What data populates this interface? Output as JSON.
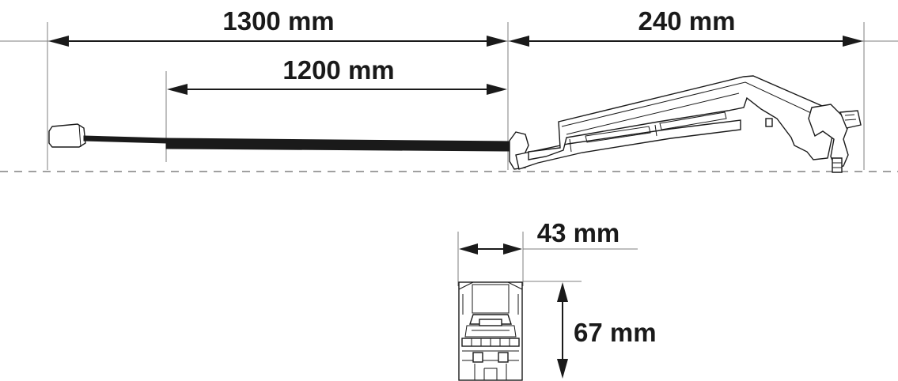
{
  "dimensions": {
    "total_length": "1300 mm",
    "cable_length": "1200 mm",
    "connector_length": "240 mm",
    "width": "43 mm",
    "height": "67 mm"
  }
}
